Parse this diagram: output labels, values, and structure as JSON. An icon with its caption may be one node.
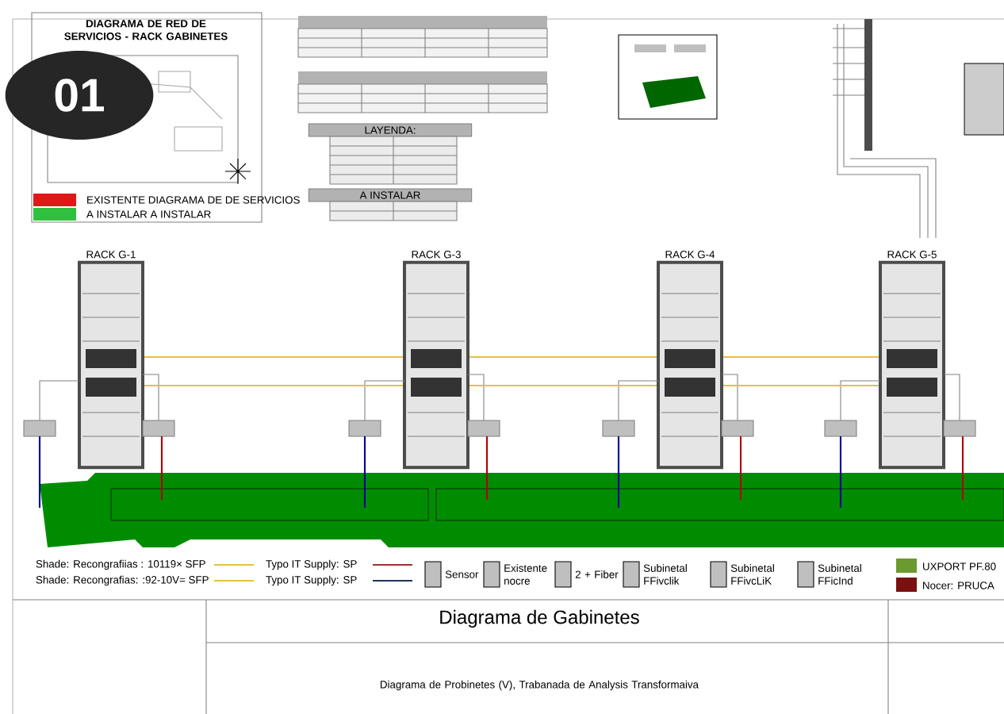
{
  "diagram": {
    "title": "Diagrama de Gabinetes",
    "nodes": [
      {
        "text": [
          "RACK G-1"
        ]
      },
      {
        "text": [
          "RACK G-3"
        ]
      },
      {
        "text": [
          "RACK G-4"
        ]
      },
      {
        "text": [
          "RACK G-5"
        ]
      }
    ],
    "edges": [
      {
        "from": 0,
        "to": 1,
        "arrow": "none",
        "color": "#e8c040"
      },
      {
        "from": 0,
        "to": 1,
        "arrow": "none",
        "color": "#e8c040"
      },
      {
        "from": 1,
        "to": 2,
        "arrow": "none",
        "color": "#e8c040"
      },
      {
        "from": 1,
        "to": 2,
        "arrow": "none",
        "color": "#e8c040"
      },
      {
        "from": 2,
        "to": 3,
        "arrow": "none",
        "color": "#e8c040"
      },
      {
        "from": 2,
        "to": 3,
        "arrow": "none",
        "color": "#e8c040"
      }
    ],
    "labels": [
      "01",
      "DIAGRAMA DE RED DE SERVICIOS - RACK GABINETES",
      "LAYENDA:",
      "A INSTALAR",
      "Diagrama de Probinetes (V), Trabanada de Analysis Transformaiva"
    ],
    "legend": [
      {
        "text": "EXISTENTE DIAGRAMA DE DE SERVICIOS",
        "color": "#e01818"
      },
      {
        "text": "A INSTALAR A INSTALAR",
        "color": "#30c040"
      },
      {
        "text": "Shade: Recongrafiias : 10119× SFP"
      },
      {
        "text": "Shade: Recongrafias: :92-10V= SFP"
      },
      {
        "text": "Typo IT Supply: SP"
      },
      {
        "text": "Typo IT Supply: SP"
      },
      {
        "text": "Sensor"
      },
      {
        "text": "Existente nocre"
      },
      {
        "text": "2 + Fiber"
      },
      {
        "text": "Subinetal FFivclik"
      },
      {
        "text": "Subinetal FFivcLiK"
      },
      {
        "text": "Subinetal FFicInd"
      },
      {
        "text": "UXPORT PF.80",
        "color": "#6a9a30"
      },
      {
        "text": "Nocer: PRUCA",
        "color": "#7a1010"
      }
    ]
  }
}
